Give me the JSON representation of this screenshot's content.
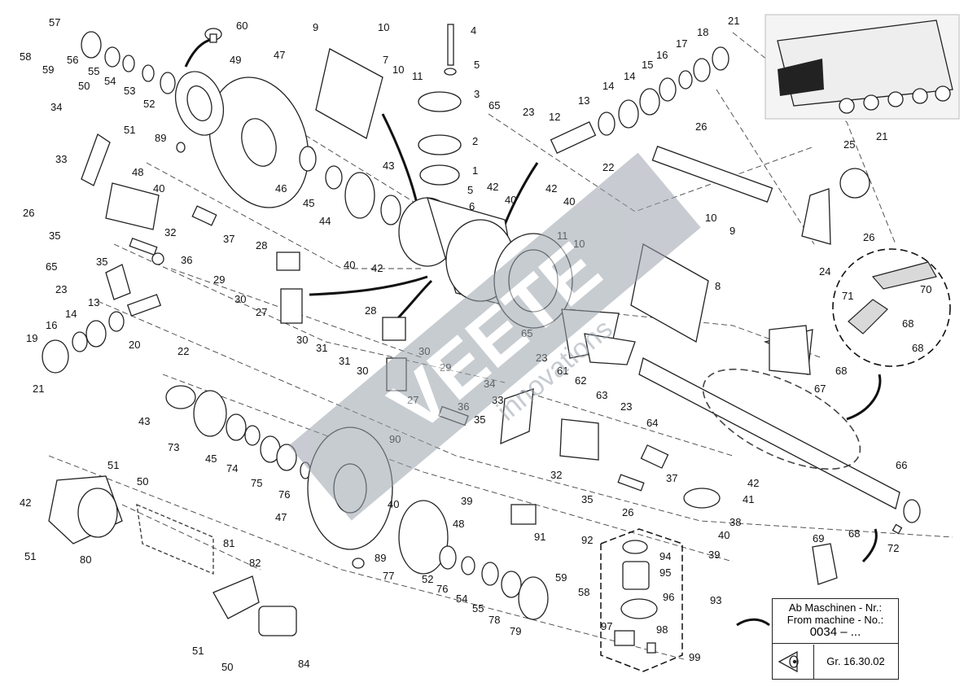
{
  "callouts": [
    "1",
    "2",
    "3",
    "4",
    "5",
    "6",
    "7",
    "8",
    "9",
    "10",
    "11",
    "12",
    "13",
    "14",
    "15",
    "16",
    "17",
    "18",
    "19",
    "20",
    "21",
    "22",
    "23",
    "24",
    "25",
    "26",
    "27",
    "28",
    "29",
    "30",
    "31",
    "32",
    "33",
    "34",
    "35",
    "36",
    "37",
    "38",
    "39",
    "40",
    "41",
    "42",
    "43",
    "44",
    "45",
    "46",
    "47",
    "48",
    "49",
    "50",
    "51",
    "52",
    "53",
    "54",
    "55",
    "56",
    "57",
    "58",
    "59",
    "60",
    "61",
    "62",
    "63",
    "64",
    "65",
    "66",
    "67",
    "68",
    "69",
    "70",
    "71",
    "72",
    "73",
    "74",
    "75",
    "76",
    "77",
    "78",
    "79",
    "80",
    "81",
    "82",
    "84",
    "89",
    "90",
    "91",
    "92",
    "93",
    "94",
    "95",
    "96",
    "97",
    "98",
    "99"
  ],
  "label_box": {
    "line1": "Ab Maschinen - Nr.:",
    "line2": "From machine - No.:",
    "line3": "0034 – ...",
    "group": "Gr. 16.30.02"
  },
  "watermark": {
    "brand": "VEETE",
    "tagline": "innovations",
    "color": "#9aa3ad"
  },
  "icons": [
    "eye-symbol-icon",
    "machine-thumbnail"
  ]
}
